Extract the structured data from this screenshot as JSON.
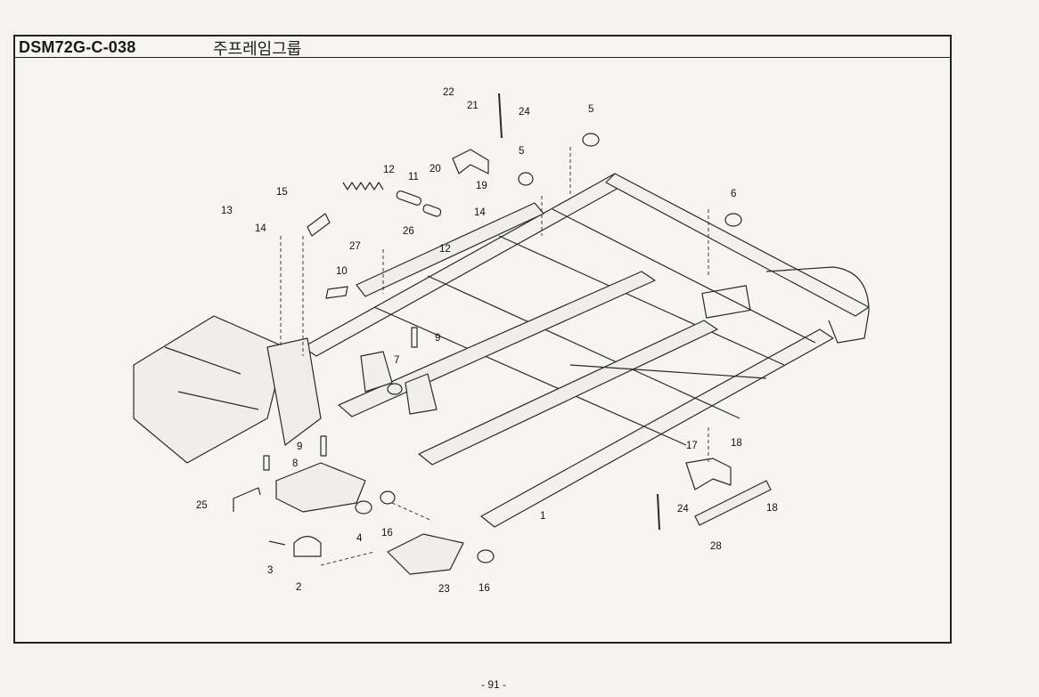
{
  "header": {
    "code": "DSM72G-C-038",
    "title": "주프레임그룹"
  },
  "callouts": [
    {
      "number": "1"
    },
    {
      "number": "2"
    },
    {
      "number": "3"
    },
    {
      "number": "4"
    },
    {
      "number": "5"
    },
    {
      "number": "5"
    },
    {
      "number": "6"
    },
    {
      "number": "7"
    },
    {
      "number": "8"
    },
    {
      "number": "9"
    },
    {
      "number": "9"
    },
    {
      "number": "10"
    },
    {
      "number": "11"
    },
    {
      "number": "12"
    },
    {
      "number": "12"
    },
    {
      "number": "13"
    },
    {
      "number": "14"
    },
    {
      "number": "14"
    },
    {
      "number": "15"
    },
    {
      "number": "16"
    },
    {
      "number": "16"
    },
    {
      "number": "17"
    },
    {
      "number": "18"
    },
    {
      "number": "18"
    },
    {
      "number": "19"
    },
    {
      "number": "20"
    },
    {
      "number": "21"
    },
    {
      "number": "22"
    },
    {
      "number": "23"
    },
    {
      "number": "24"
    },
    {
      "number": "24"
    },
    {
      "number": "25"
    },
    {
      "number": "26"
    },
    {
      "number": "27"
    },
    {
      "number": "28"
    }
  ],
  "footer": {
    "page": "- 91 -"
  }
}
